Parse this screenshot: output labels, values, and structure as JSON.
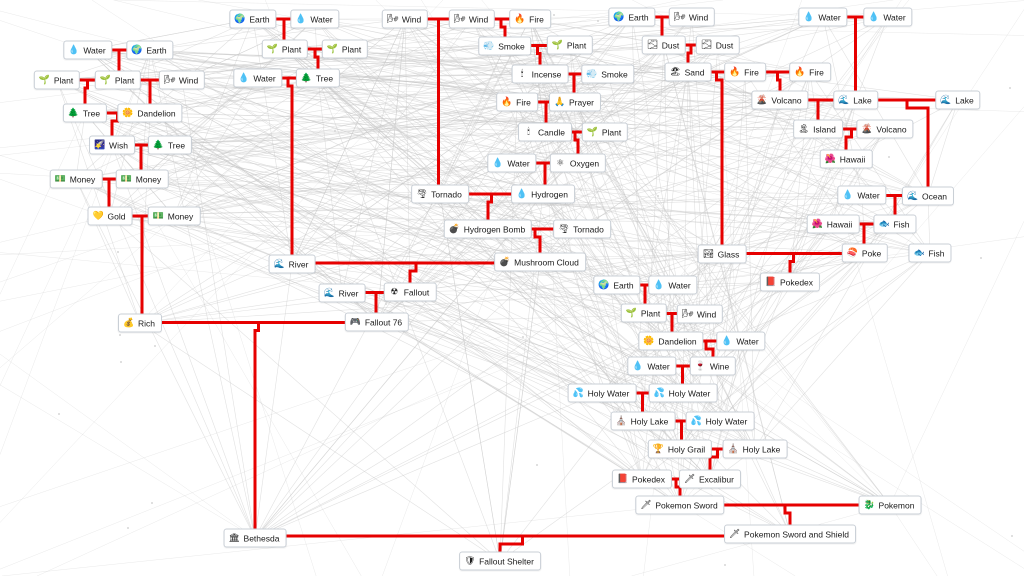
{
  "colors": {
    "tree_line": "#e60000",
    "bg_line": "#c8c8c8",
    "node_border": "#c9cfd6"
  },
  "icons": {
    "water": {
      "glyph": "💧",
      "name": "water-drop-icon",
      "bg": "transparent"
    },
    "earth": {
      "glyph": "🌍",
      "name": "earth-globe-icon",
      "bg": "transparent"
    },
    "plant": {
      "glyph": "🌱",
      "name": "plant-sprout-icon",
      "bg": "transparent"
    },
    "wind": {
      "glyph": "🌬",
      "name": "wind-icon",
      "bg": "transparent"
    },
    "tree": {
      "glyph": "🌲",
      "name": "tree-icon",
      "bg": "transparent"
    },
    "dandelion": {
      "glyph": "🌼",
      "name": "dandelion-flower-icon",
      "bg": "transparent"
    },
    "wish": {
      "glyph": "🌠",
      "name": "wish-star-icon",
      "bg": "transparent"
    },
    "money": {
      "glyph": "💵",
      "name": "money-bill-icon",
      "bg": "transparent"
    },
    "gold": {
      "glyph": "💛",
      "name": "gold-icon",
      "bg": "transparent"
    },
    "fire": {
      "glyph": "🔥",
      "name": "fire-icon",
      "bg": "transparent"
    },
    "smoke": {
      "glyph": "💨",
      "name": "smoke-icon",
      "bg": "transparent"
    },
    "incense": {
      "glyph": "🕯",
      "name": "incense-stick-icon",
      "bg": "transparent"
    },
    "prayer": {
      "glyph": "🙏",
      "name": "prayer-hands-icon",
      "bg": "transparent"
    },
    "candle": {
      "glyph": "🕯",
      "name": "candle-icon",
      "bg": "transparent"
    },
    "oxygen": {
      "glyph": "⚛",
      "name": "oxygen-atom-icon",
      "bg": "transparent"
    },
    "hydrogen": {
      "glyph": "💧",
      "name": "hydrogen-icon",
      "bg": "transparent"
    },
    "tornado": {
      "glyph": "🌪",
      "name": "tornado-icon",
      "bg": "transparent"
    },
    "bomb": {
      "glyph": "💣",
      "name": "hydrogen-bomb-icon",
      "bg": "transparent"
    },
    "mushroom": {
      "glyph": "💣",
      "name": "mushroom-cloud-icon",
      "bg": "transparent"
    },
    "river": {
      "glyph": "🌊",
      "name": "river-wave-icon",
      "bg": "transparent"
    },
    "fallout": {
      "glyph": "☢",
      "name": "fallout-icon",
      "bg": "transparent"
    },
    "fallout76": {
      "glyph": "🎮",
      "name": "game-controller-icon",
      "bg": "transparent"
    },
    "rich": {
      "glyph": "💰",
      "name": "money-bag-icon",
      "bg": "transparent"
    },
    "bethesda": {
      "glyph": "🏛",
      "name": "bethesda-building-icon",
      "bg": "transparent"
    },
    "shelter": {
      "glyph": "🛡",
      "name": "fallout-shelter-icon",
      "bg": "transparent"
    },
    "dust": {
      "glyph": "🌫",
      "name": "dust-cloud-icon",
      "bg": "transparent"
    },
    "sand": {
      "glyph": "🏖",
      "name": "sand-icon",
      "bg": "transparent"
    },
    "volcano": {
      "glyph": "🌋",
      "name": "volcano-icon",
      "bg": "transparent"
    },
    "lake": {
      "glyph": "🌊",
      "name": "lake-icon",
      "bg": "transparent"
    },
    "island": {
      "glyph": "🏝",
      "name": "island-icon",
      "bg": "transparent"
    },
    "hawaii": {
      "glyph": "🌺",
      "name": "hawaii-flower-icon",
      "bg": "transparent"
    },
    "ocean": {
      "glyph": "🌊",
      "name": "ocean-wave-icon",
      "bg": "transparent"
    },
    "fish": {
      "glyph": "🐟",
      "name": "fish-icon",
      "bg": "transparent"
    },
    "glass": {
      "glyph": "🏞",
      "name": "glass-icon",
      "bg": "transparent"
    },
    "poke": {
      "glyph": "🍣",
      "name": "poke-bowl-icon",
      "bg": "transparent"
    },
    "pokedex": {
      "glyph": "📕",
      "name": "pokedex-book-icon",
      "bg": "transparent"
    },
    "wine": {
      "glyph": "🍷",
      "name": "wine-glass-icon",
      "bg": "transparent"
    },
    "holywater": {
      "glyph": "💦",
      "name": "holy-water-icon",
      "bg": "transparent"
    },
    "holylake": {
      "glyph": "⛪",
      "name": "holy-lake-icon",
      "bg": "transparent"
    },
    "grail": {
      "glyph": "🏆",
      "name": "holy-grail-icon",
      "bg": "transparent"
    },
    "excalibur": {
      "glyph": "🗡",
      "name": "excalibur-sword-icon",
      "bg": "transparent"
    },
    "sword": {
      "glyph": "🗡",
      "name": "pokemon-sword-icon",
      "bg": "transparent"
    },
    "pokemon": {
      "glyph": "🐉",
      "name": "pokemon-icon",
      "bg": "transparent"
    }
  },
  "nodes": [
    {
      "id": "water1",
      "label": "Water",
      "icon": "water"
    },
    {
      "id": "earth1",
      "label": "Earth",
      "icon": "earth"
    },
    {
      "id": "plant1",
      "label": "Plant",
      "icon": "plant"
    },
    {
      "id": "plant2",
      "label": "Plant",
      "icon": "plant"
    },
    {
      "id": "wind1",
      "label": "Wind",
      "icon": "wind"
    },
    {
      "id": "tree1",
      "label": "Tree",
      "icon": "tree"
    },
    {
      "id": "dandelion1",
      "label": "Dandelion",
      "icon": "dandelion"
    },
    {
      "id": "wish",
      "label": "Wish",
      "icon": "wish"
    },
    {
      "id": "tree2",
      "label": "Tree",
      "icon": "tree"
    },
    {
      "id": "money1",
      "label": "Money",
      "icon": "money"
    },
    {
      "id": "money2",
      "label": "Money",
      "icon": "money"
    },
    {
      "id": "gold",
      "label": "Gold",
      "icon": "gold"
    },
    {
      "id": "money3",
      "label": "Money",
      "icon": "money"
    },
    {
      "id": "rich",
      "label": "Rich",
      "icon": "rich"
    },
    {
      "id": "earth2",
      "label": "Earth",
      "icon": "earth"
    },
    {
      "id": "water2",
      "label": "Water",
      "icon": "water"
    },
    {
      "id": "plant3",
      "label": "Plant",
      "icon": "plant"
    },
    {
      "id": "plant4",
      "label": "Plant",
      "icon": "plant"
    },
    {
      "id": "water3",
      "label": "Water",
      "icon": "water"
    },
    {
      "id": "tree3",
      "label": "Tree",
      "icon": "tree"
    },
    {
      "id": "river1",
      "label": "River",
      "icon": "river"
    },
    {
      "id": "wind2",
      "label": "Wind",
      "icon": "wind"
    },
    {
      "id": "wind3",
      "label": "Wind",
      "icon": "wind"
    },
    {
      "id": "fire1",
      "label": "Fire",
      "icon": "fire"
    },
    {
      "id": "smoke1",
      "label": "Smoke",
      "icon": "smoke"
    },
    {
      "id": "plant5",
      "label": "Plant",
      "icon": "plant"
    },
    {
      "id": "incense",
      "label": "Incense",
      "icon": "incense"
    },
    {
      "id": "smoke2",
      "label": "Smoke",
      "icon": "smoke"
    },
    {
      "id": "fire2",
      "label": "Fire",
      "icon": "fire"
    },
    {
      "id": "prayer",
      "label": "Prayer",
      "icon": "prayer"
    },
    {
      "id": "candle",
      "label": "Candle",
      "icon": "candle"
    },
    {
      "id": "plant6",
      "label": "Plant",
      "icon": "plant"
    },
    {
      "id": "water4",
      "label": "Water",
      "icon": "water"
    },
    {
      "id": "oxygen",
      "label": "Oxygen",
      "icon": "oxygen"
    },
    {
      "id": "tornado1",
      "label": "Tornado",
      "icon": "tornado"
    },
    {
      "id": "hydrogen",
      "label": "Hydrogen",
      "icon": "hydrogen"
    },
    {
      "id": "hbomb",
      "label": "Hydrogen Bomb",
      "icon": "bomb"
    },
    {
      "id": "tornado2",
      "label": "Tornado",
      "icon": "tornado"
    },
    {
      "id": "mushroom",
      "label": "Mushroom Cloud",
      "icon": "mushroom"
    },
    {
      "id": "river2",
      "label": "River",
      "icon": "river"
    },
    {
      "id": "fallout",
      "label": "Fallout",
      "icon": "fallout"
    },
    {
      "id": "fallout76",
      "label": "Fallout 76",
      "icon": "fallout76"
    },
    {
      "id": "bethesda",
      "label": "Bethesda",
      "icon": "bethesda"
    },
    {
      "id": "shelter",
      "label": "Fallout Shelter",
      "icon": "shelter"
    },
    {
      "id": "earth3",
      "label": "Earth",
      "icon": "earth"
    },
    {
      "id": "wind4",
      "label": "Wind",
      "icon": "wind"
    },
    {
      "id": "dust1",
      "label": "Dust",
      "icon": "dust"
    },
    {
      "id": "dust2",
      "label": "Dust",
      "icon": "dust"
    },
    {
      "id": "sand",
      "label": "Sand",
      "icon": "sand"
    },
    {
      "id": "fire3",
      "label": "Fire",
      "icon": "fire"
    },
    {
      "id": "fire4",
      "label": "Fire",
      "icon": "fire"
    },
    {
      "id": "water5",
      "label": "Water",
      "icon": "water"
    },
    {
      "id": "water6",
      "label": "Water",
      "icon": "water"
    },
    {
      "id": "volcano1",
      "label": "Volcano",
      "icon": "volcano"
    },
    {
      "id": "lake1",
      "label": "Lake",
      "icon": "lake"
    },
    {
      "id": "lake2",
      "label": "Lake",
      "icon": "lake"
    },
    {
      "id": "island",
      "label": "Island",
      "icon": "island"
    },
    {
      "id": "volcano2",
      "label": "Volcano",
      "icon": "volcano"
    },
    {
      "id": "hawaii1",
      "label": "Hawaii",
      "icon": "hawaii"
    },
    {
      "id": "water7",
      "label": "Water",
      "icon": "water"
    },
    {
      "id": "ocean",
      "label": "Ocean",
      "icon": "ocean"
    },
    {
      "id": "hawaii2",
      "label": "Hawaii",
      "icon": "hawaii"
    },
    {
      "id": "fish1",
      "label": "Fish",
      "icon": "fish"
    },
    {
      "id": "glass",
      "label": "Glass",
      "icon": "glass"
    },
    {
      "id": "poke",
      "label": "Poke",
      "icon": "poke"
    },
    {
      "id": "fish2",
      "label": "Fish",
      "icon": "fish"
    },
    {
      "id": "pokedex1",
      "label": "Pokedex",
      "icon": "pokedex"
    },
    {
      "id": "earth4",
      "label": "Earth",
      "icon": "earth"
    },
    {
      "id": "water8",
      "label": "Water",
      "icon": "water"
    },
    {
      "id": "plant7",
      "label": "Plant",
      "icon": "plant"
    },
    {
      "id": "wind5",
      "label": "Wind",
      "icon": "wind"
    },
    {
      "id": "dandelion2",
      "label": "Dandelion",
      "icon": "dandelion"
    },
    {
      "id": "water9",
      "label": "Water",
      "icon": "water"
    },
    {
      "id": "water10",
      "label": "Water",
      "icon": "water"
    },
    {
      "id": "wine",
      "label": "Wine",
      "icon": "wine"
    },
    {
      "id": "holywater1",
      "label": "Holy Water",
      "icon": "holywater"
    },
    {
      "id": "holywater2",
      "label": "Holy Water",
      "icon": "holywater"
    },
    {
      "id": "holylake1",
      "label": "Holy Lake",
      "icon": "holylake"
    },
    {
      "id": "holywater3",
      "label": "Holy Water",
      "icon": "holywater"
    },
    {
      "id": "holygrail",
      "label": "Holy Grail",
      "icon": "grail"
    },
    {
      "id": "holylake2",
      "label": "Holy Lake",
      "icon": "holylake"
    },
    {
      "id": "pokedex2",
      "label": "Pokedex",
      "icon": "pokedex"
    },
    {
      "id": "excalibur",
      "label": "Excalibur",
      "icon": "excalibur"
    },
    {
      "id": "pokesword",
      "label": "Pokemon Sword",
      "icon": "sword"
    },
    {
      "id": "pokemon",
      "label": "Pokemon",
      "icon": "pokemon"
    },
    {
      "id": "swordshield",
      "label": "Pokemon Sword and Shield",
      "icon": "sword"
    }
  ],
  "combos": [
    {
      "inputs": [
        "water1",
        "earth1"
      ],
      "result": "plant2"
    },
    {
      "inputs": [
        "plant1",
        "plant2"
      ],
      "result": "tree1"
    },
    {
      "inputs": [
        "plant2",
        "wind1"
      ],
      "result": "dandelion1"
    },
    {
      "inputs": [
        "tree1",
        "dandelion1"
      ],
      "result": "wish"
    },
    {
      "inputs": [
        "wish",
        "tree2"
      ],
      "result": "money2"
    },
    {
      "inputs": [
        "money1",
        "money2"
      ],
      "result": "gold"
    },
    {
      "inputs": [
        "gold",
        "money3"
      ],
      "result": "rich"
    },
    {
      "inputs": [
        "earth2",
        "water2"
      ],
      "result": "plant3"
    },
    {
      "inputs": [
        "plant3",
        "plant4"
      ],
      "result": "tree3"
    },
    {
      "inputs": [
        "water3",
        "tree3"
      ],
      "result": "river1"
    },
    {
      "inputs": [
        "wind2",
        "wind3"
      ],
      "result": "tornado1"
    },
    {
      "inputs": [
        "wind3",
        "fire1"
      ],
      "result": "smoke1"
    },
    {
      "inputs": [
        "smoke1",
        "plant5"
      ],
      "result": "incense"
    },
    {
      "inputs": [
        "incense",
        "smoke2"
      ],
      "result": "prayer"
    },
    {
      "inputs": [
        "fire2",
        "prayer"
      ],
      "result": "candle"
    },
    {
      "inputs": [
        "candle",
        "plant6"
      ],
      "result": "oxygen"
    },
    {
      "inputs": [
        "water4",
        "oxygen"
      ],
      "result": "hydrogen"
    },
    {
      "inputs": [
        "tornado1",
        "hydrogen"
      ],
      "result": "hbomb"
    },
    {
      "inputs": [
        "hbomb",
        "tornado2"
      ],
      "result": "mushroom"
    },
    {
      "inputs": [
        "river1",
        "mushroom"
      ],
      "result": "fallout"
    },
    {
      "inputs": [
        "river2",
        "fallout"
      ],
      "result": "fallout76"
    },
    {
      "inputs": [
        "rich",
        "fallout76"
      ],
      "result": "bethesda"
    },
    {
      "inputs": [
        "earth3",
        "wind4"
      ],
      "result": "dust1"
    },
    {
      "inputs": [
        "dust1",
        "dust2"
      ],
      "result": "sand"
    },
    {
      "inputs": [
        "fire3",
        "fire4"
      ],
      "result": "volcano1"
    },
    {
      "inputs": [
        "water5",
        "water6"
      ],
      "result": "lake1"
    },
    {
      "inputs": [
        "volcano1",
        "lake1"
      ],
      "result": "island"
    },
    {
      "inputs": [
        "lake1",
        "lake2"
      ],
      "result": "ocean"
    },
    {
      "inputs": [
        "island",
        "volcano2"
      ],
      "result": "hawaii1"
    },
    {
      "inputs": [
        "water7",
        "ocean"
      ],
      "result": "fish1"
    },
    {
      "inputs": [
        "hawaii2",
        "fish1"
      ],
      "result": "poke"
    },
    {
      "inputs": [
        "sand",
        "fire3"
      ],
      "result": "glass"
    },
    {
      "inputs": [
        "glass",
        "poke"
      ],
      "result": "pokedex1"
    },
    {
      "inputs": [
        "earth4",
        "water8"
      ],
      "result": "plant7"
    },
    {
      "inputs": [
        "plant7",
        "wind5"
      ],
      "result": "dandelion2"
    },
    {
      "inputs": [
        "dandelion2",
        "water9"
      ],
      "result": "wine"
    },
    {
      "inputs": [
        "water10",
        "wine"
      ],
      "result": "holywater2"
    },
    {
      "inputs": [
        "holywater1",
        "holywater2"
      ],
      "result": "holylake1"
    },
    {
      "inputs": [
        "holylake1",
        "holywater3"
      ],
      "result": "holygrail"
    },
    {
      "inputs": [
        "holygrail",
        "holylake2"
      ],
      "result": "excalibur"
    },
    {
      "inputs": [
        "pokedex2",
        "excalibur"
      ],
      "result": "pokesword"
    },
    {
      "inputs": [
        "pokesword",
        "pokemon"
      ],
      "result": "swordshield"
    },
    {
      "inputs": [
        "bethesda",
        "swordshield"
      ],
      "result": "shelter"
    }
  ]
}
